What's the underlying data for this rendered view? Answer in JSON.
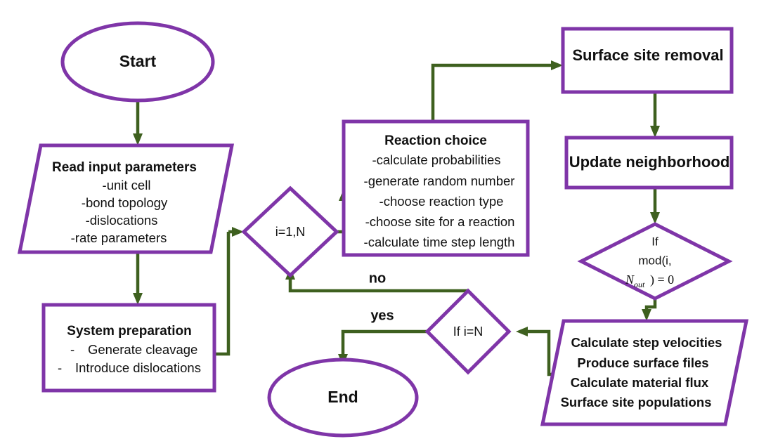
{
  "diagram": {
    "title": "Kinetic Monte Carlo simulation flowchart",
    "type": "flowchart",
    "colors": {
      "shape_outline": "#7F35A8",
      "connector": "#3E601F",
      "text": "#111111",
      "background": "#FFFFFF"
    }
  },
  "nodes": {
    "start": {
      "shape": "ellipse",
      "label": "Start"
    },
    "read_input": {
      "shape": "parallelogram",
      "title": "Read input parameters",
      "lines": [
        "-unit cell",
        "-bond topology",
        "-dislocations",
        "-rate parameters"
      ]
    },
    "system_prep": {
      "shape": "rectangle",
      "title": "System preparation",
      "lines": [
        "-    Generate cleavage",
        "-    Introduce dislocations"
      ],
      "bullet": "-",
      "item1": "Generate cleavage",
      "item2": "Introduce dislocations"
    },
    "loop": {
      "shape": "diamond",
      "label": "i=1,N"
    },
    "reaction_choice": {
      "shape": "rectangle",
      "title": "Reaction choice",
      "lines": [
        "-calculate probabilities",
        "-generate random number",
        "-choose reaction type",
        "-choose site for a reaction",
        "-calculate time step length"
      ]
    },
    "surface_site_removal": {
      "shape": "rectangle",
      "label": "Surface site removal"
    },
    "update_neighborhood": {
      "shape": "rectangle",
      "label": "Update neighborhood"
    },
    "mod_check": {
      "shape": "diamond",
      "line1": "If",
      "line2": "mod(i,",
      "line3_var": "N",
      "line3_sub": "out",
      "line3_rest": ") = 0"
    },
    "output": {
      "shape": "parallelogram",
      "lines": [
        "Calculate step velocities",
        "Produce surface files",
        "Calculate material flux",
        "Surface site populations"
      ]
    },
    "end_check": {
      "shape": "diamond",
      "label": "If i=N"
    },
    "end": {
      "shape": "ellipse",
      "label": "End"
    }
  },
  "edge_labels": {
    "no": "no",
    "yes": "yes"
  },
  "edges": [
    {
      "from": "start",
      "to": "read_input",
      "label": ""
    },
    {
      "from": "read_input",
      "to": "system_prep",
      "label": ""
    },
    {
      "from": "system_prep",
      "to": "loop",
      "label": ""
    },
    {
      "from": "loop",
      "to": "reaction_choice",
      "label": ""
    },
    {
      "from": "reaction_choice",
      "to": "surface_site_removal",
      "label": ""
    },
    {
      "from": "surface_site_removal",
      "to": "update_neighborhood",
      "label": ""
    },
    {
      "from": "update_neighborhood",
      "to": "mod_check",
      "label": ""
    },
    {
      "from": "mod_check",
      "to": "output",
      "label": ""
    },
    {
      "from": "output",
      "to": "end_check",
      "label": ""
    },
    {
      "from": "end_check",
      "to": "loop",
      "label": "no"
    },
    {
      "from": "end_check",
      "to": "end",
      "label": "yes"
    }
  ]
}
